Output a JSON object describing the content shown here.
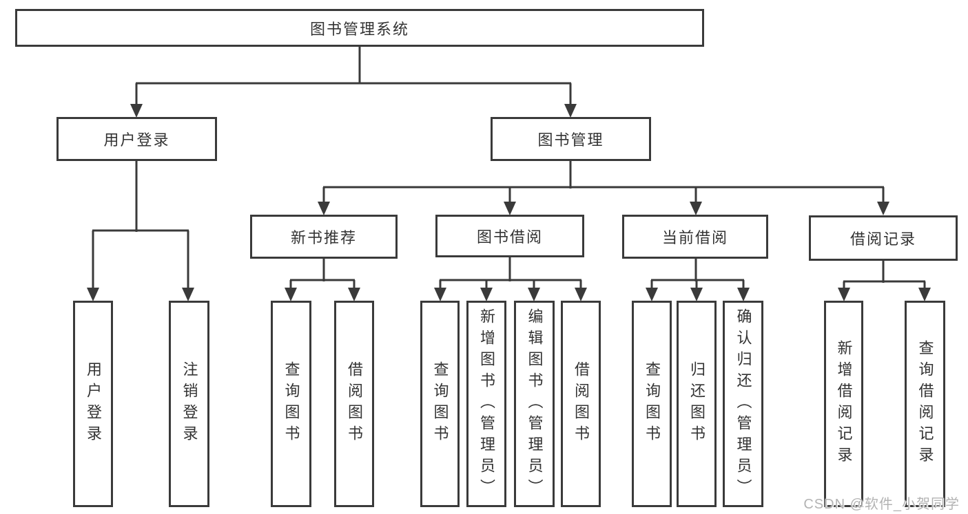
{
  "colors": {
    "line": "#3a3a3a",
    "box_border": "#3a3a3a",
    "box_background": "#ffffff",
    "text": "#333333",
    "watermark_text": "#b3b3b3",
    "background": "#ffffff"
  },
  "diagram": {
    "title": "图书管理系统",
    "branches": [
      {
        "label": "用户登录",
        "children": [
          "用户登录",
          "注销登录"
        ]
      },
      {
        "label": "图书管理",
        "children": [
          {
            "label": "新书推荐",
            "children": [
              "查询图书",
              "借阅图书"
            ]
          },
          {
            "label": "图书借阅",
            "children": [
              "查询图书",
              "新增图书（管理员）",
              "编辑图书（管理员）",
              "借阅图书"
            ]
          },
          {
            "label": "当前借阅",
            "children": [
              "查询图书",
              "归还图书",
              "确认归还（管理员）"
            ]
          },
          {
            "label": "借阅记录",
            "children": [
              "新增借阅记录",
              "查询借阅记录"
            ]
          }
        ]
      }
    ]
  },
  "watermark": {
    "text": "CSDN @软件_小贺同学"
  }
}
